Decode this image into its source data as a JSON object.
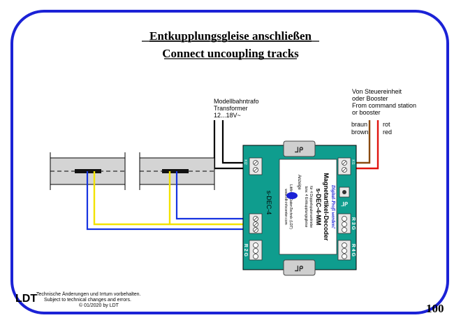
{
  "title": {
    "german": "Entkupplungsgleise anschließen",
    "english": "Connect uncoupling tracks"
  },
  "transformer": {
    "line1": "Modellbahntrafo",
    "line2": "Transformer",
    "line3": "12...18V~"
  },
  "command_station": {
    "line1": "Von Steuereinheit",
    "line2": "oder Booster",
    "line3": "From command station",
    "line4": "or booster",
    "wire_brown_de": "braun",
    "wire_brown_en": "brown",
    "wire_red_de": "rot",
    "wire_red_en": "red"
  },
  "decoder": {
    "slogan": "Digital-Profi werden!",
    "name_line1": "Magnetartikel-Decoder",
    "name_line2": "s-DEC-4-MM",
    "desc_line1": "für 4 Doppelspulenantriebe",
    "desc_line2": "bzw. 4 Entkupplungsgleise",
    "desc_line3": "Anzeige",
    "model_small": "s-DEC-4",
    "company_line1": "Littfinski DatenTechnik (LDT)",
    "company_line2": "www.ldt-infocenter.com",
    "terminal_kl2": "Kl2",
    "terminal_kl1": "Kl1",
    "terminal_labels_bottom": "R 2 G",
    "terminal_labels_right": "R 3 G",
    "terminal_labels_right2": "R 4 G"
  },
  "footer": {
    "line1": "Technische Änderungen und Irrtum vorbehalten.",
    "line2": "Subject to technical changes and errors.",
    "line3": "© 01/2020 by LDT",
    "logo": "LDT",
    "page_number": "100"
  },
  "colors": {
    "frame": "#1b22d6",
    "decoder_fill": "#0f9d8e",
    "track_fill": "#d4d4d4",
    "wire_black": "#000000",
    "wire_blue": "#1633e0",
    "wire_yellow": "#f2e200",
    "wire_brown": "#8a4a10",
    "wire_red": "#e0140e"
  }
}
